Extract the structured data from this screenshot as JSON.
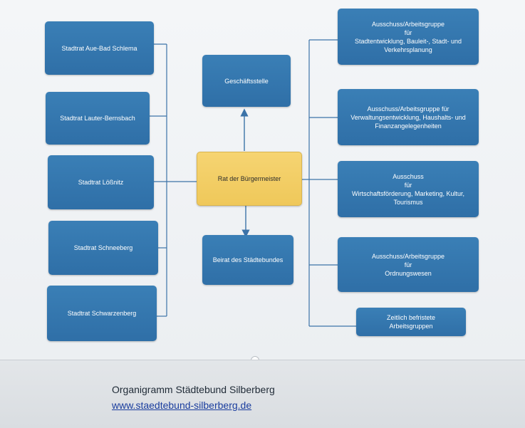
{
  "diagram": {
    "center": "Rat der Bürgermeister",
    "top": "Geschäftsstelle",
    "bottom": "Beirat des Städtebundes",
    "left_boxes": [
      "Stadtrat Aue-Bad Schlema",
      "Stadtrat Lauter-Bernsbach",
      "Stadtrat Lößnitz",
      "Stadtrat Schneeberg",
      "Stadtrat Schwarzenberg"
    ],
    "right_boxes": [
      "Ausschuss/Arbeitsgruppe\nfür\nStadtentwicklung, Bauleit-, Stadt- und\nVerkehrsplanung",
      "Ausschuss/Arbeitsgruppe für\nVerwaltungsentwicklung, Haushalts- und\nFinanzangelegenheiten",
      "Ausschuss\nfür\nWirtschaftsförderung, Marketing, Kultur,\nTourismus",
      "Ausschuss/Arbeitsgruppe\nfür\nOrdnungswesen",
      "Zeitlich befristete\nArbeitsgruppen"
    ],
    "colors": {
      "box": "#2f6fa7",
      "center": "#efc85a",
      "line": "#3c73a8"
    }
  },
  "footer": {
    "caption": "Organigramm Städtebund Silberberg",
    "url": "www.staedtebund-silberberg.de"
  }
}
